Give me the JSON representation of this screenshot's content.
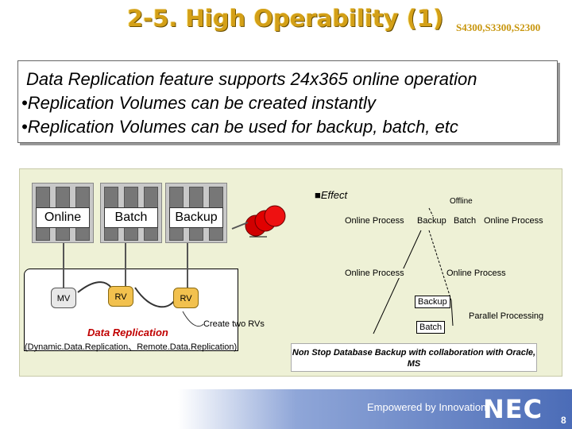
{
  "header": {
    "title": "2-5. High Operability (1)",
    "models": "S4300,S3300,S2300"
  },
  "summary": {
    "line1": "Data Replication feature supports 24x365 online operation",
    "line2": "•Replication Volumes can be created instantly",
    "line3": "•Replication Volumes can be used for backup, batch, etc"
  },
  "diagram": {
    "servers": [
      "Online",
      "Batch",
      "Backup"
    ],
    "mv": "MV",
    "rv1": "RV",
    "rv2": "RV",
    "replication_title": "Data Replication",
    "replication_sub": "(Dynamic.Data.Replication、Remote.Data.Replication)",
    "create_two": "Create two RVs"
  },
  "effect": {
    "label": "■Effect",
    "offline": "Offline",
    "row1": [
      "Online Process",
      "Backup",
      "Batch",
      "Online Process"
    ],
    "row2_left": "Online Process",
    "row2_right": "Online Process",
    "backup": "Backup",
    "batch": "Batch",
    "parallel": "Parallel Processing",
    "callout": "Non Stop Database Backup with collaboration with Oracle, MS"
  },
  "footer": {
    "tagline": "Empowered by Innovation",
    "logo": "NEC",
    "page": "8"
  },
  "colors": {
    "title": "#d4a017",
    "accent_red": "#c00000",
    "panel_bg": "#eef1d6",
    "footer_blue": "#4b6cb7"
  }
}
